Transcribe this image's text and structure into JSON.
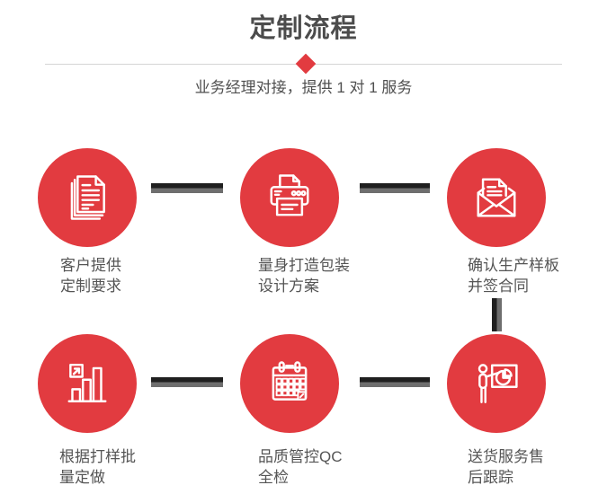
{
  "header": {
    "title": "定制流程",
    "subtitle": "业务经理对接，提供 1 对 1 服务",
    "divider_icon": "diamond-icon"
  },
  "colors": {
    "accent": "#e23b40",
    "connector_dark": "#1f1f1f",
    "connector_gray": "#6e6e6e",
    "title_text": "#4c4c4c",
    "subtitle_text": "#4f4f4f",
    "label_text": "#555555",
    "divider": "#d5d5d5"
  },
  "steps": [
    {
      "icon": "documents-icon",
      "label_line1": "客户提供",
      "label_line2": "定制要求"
    },
    {
      "icon": "printer-icon",
      "label_line1": "量身打造包装",
      "label_line2": "设计方案"
    },
    {
      "icon": "envelope-icon",
      "label_line1": "确认生产样板",
      "label_line2": "并签合同"
    },
    {
      "icon": "barchart-icon",
      "label_line1": "根据打样批",
      "label_line2": "量定做"
    },
    {
      "icon": "calendar-icon",
      "label_line1": "品质管控QC",
      "label_line2": "全检"
    },
    {
      "icon": "presenter-icon",
      "label_line1": "送货服务售",
      "label_line2": "后跟踪"
    }
  ]
}
